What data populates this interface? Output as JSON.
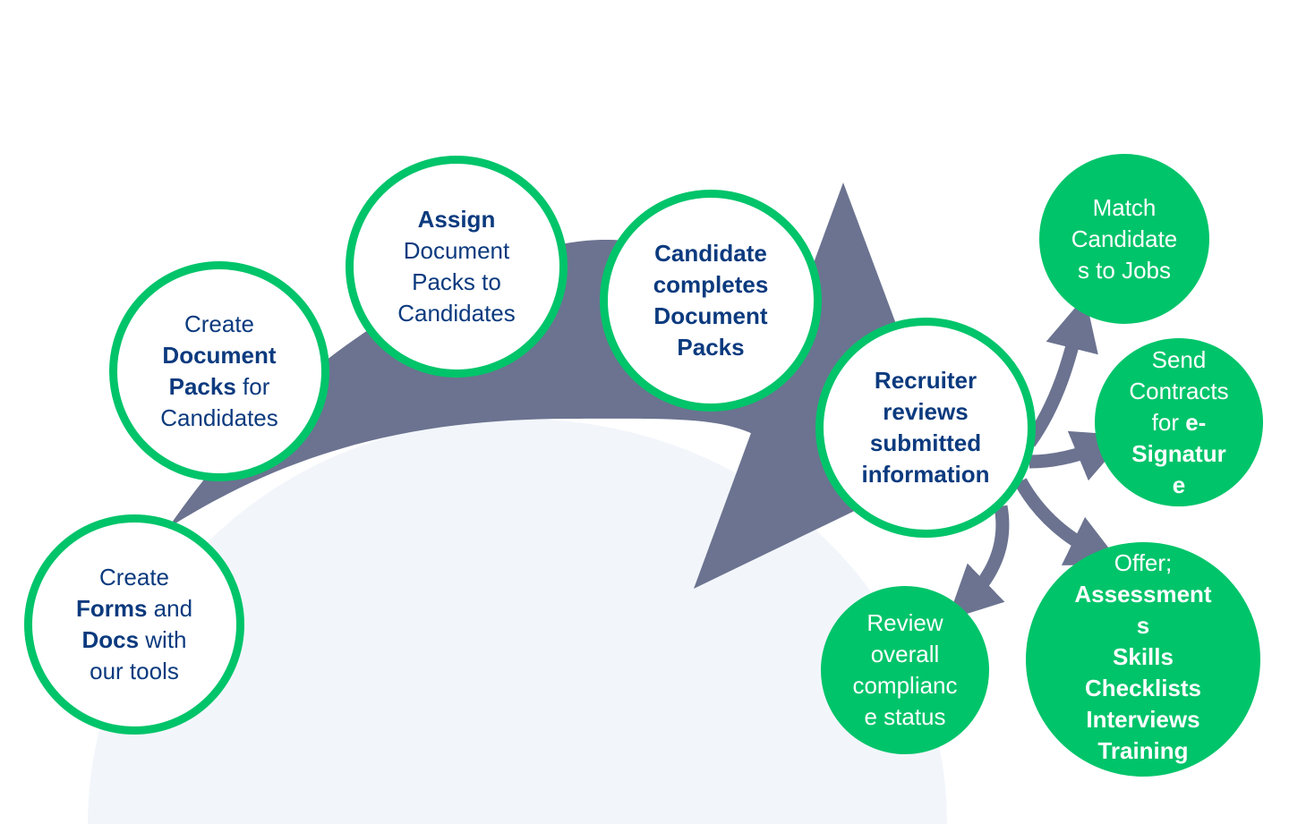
{
  "colors": {
    "accent_green": "#00c46a",
    "arrow_slate": "#6b7390",
    "text_navy": "#0b3a7e",
    "background_dome": "#f2f6fb"
  },
  "steps": {
    "create_forms": {
      "lines": [
        [
          {
            "t": "Create",
            "b": false
          }
        ],
        [
          {
            "t": "Forms",
            "b": true
          },
          {
            "t": " and",
            "b": false
          }
        ],
        [
          {
            "t": "Docs",
            "b": true
          },
          {
            "t": " with",
            "b": false
          }
        ],
        [
          {
            "t": "our tools",
            "b": false
          }
        ]
      ]
    },
    "create_packs": {
      "lines": [
        [
          {
            "t": "Create",
            "b": false
          }
        ],
        [
          {
            "t": "Document",
            "b": true
          }
        ],
        [
          {
            "t": "Packs",
            "b": true
          },
          {
            "t": " for",
            "b": false
          }
        ],
        [
          {
            "t": "Candidates",
            "b": false
          }
        ]
      ]
    },
    "assign_packs": {
      "lines": [
        [
          {
            "t": "Assign",
            "b": true
          }
        ],
        [
          {
            "t": "Document",
            "b": false
          }
        ],
        [
          {
            "t": "Packs to",
            "b": false
          }
        ],
        [
          {
            "t": "Candidates",
            "b": false
          }
        ]
      ]
    },
    "candidate_completes": {
      "lines": [
        [
          {
            "t": "Candidate",
            "b": true
          }
        ],
        [
          {
            "t": "completes",
            "b": true
          }
        ],
        [
          {
            "t": "Document",
            "b": true
          }
        ],
        [
          {
            "t": "Packs",
            "b": true
          }
        ]
      ]
    },
    "recruiter_reviews": {
      "lines": [
        [
          {
            "t": "Recruiter",
            "b": true
          }
        ],
        [
          {
            "t": "reviews",
            "b": true
          }
        ],
        [
          {
            "t": "submitted",
            "b": true
          }
        ],
        [
          {
            "t": "information",
            "b": true
          }
        ]
      ]
    }
  },
  "outcomes": {
    "match_candidates": {
      "lines": [
        [
          {
            "t": "Match",
            "b": false
          }
        ],
        [
          {
            "t": "Candidate",
            "b": false
          }
        ],
        [
          {
            "t": "s to Jobs",
            "b": false
          }
        ]
      ]
    },
    "send_contracts": {
      "lines": [
        [
          {
            "t": "Send",
            "b": false
          }
        ],
        [
          {
            "t": "Contracts",
            "b": false
          }
        ],
        [
          {
            "t": "for ",
            "b": false
          },
          {
            "t": "e-",
            "b": true
          }
        ],
        [
          {
            "t": "Signatur",
            "b": true
          }
        ],
        [
          {
            "t": "e",
            "b": true
          }
        ]
      ]
    },
    "offer_assessments": {
      "lines": [
        [
          {
            "t": "Offer;",
            "b": false
          }
        ],
        [
          {
            "t": "Assessment",
            "b": true
          }
        ],
        [
          {
            "t": "s",
            "b": true
          }
        ],
        [
          {
            "t": "Skills",
            "b": true
          }
        ],
        [
          {
            "t": "Checklists",
            "b": true
          }
        ],
        [
          {
            "t": "Interviews",
            "b": true
          }
        ],
        [
          {
            "t": "Training",
            "b": true
          }
        ]
      ]
    },
    "review_compliance": {
      "lines": [
        [
          {
            "t": "Review",
            "b": false
          }
        ],
        [
          {
            "t": "overall",
            "b": false
          }
        ],
        [
          {
            "t": "complianc",
            "b": false
          }
        ],
        [
          {
            "t": "e status",
            "b": false
          }
        ]
      ]
    }
  }
}
